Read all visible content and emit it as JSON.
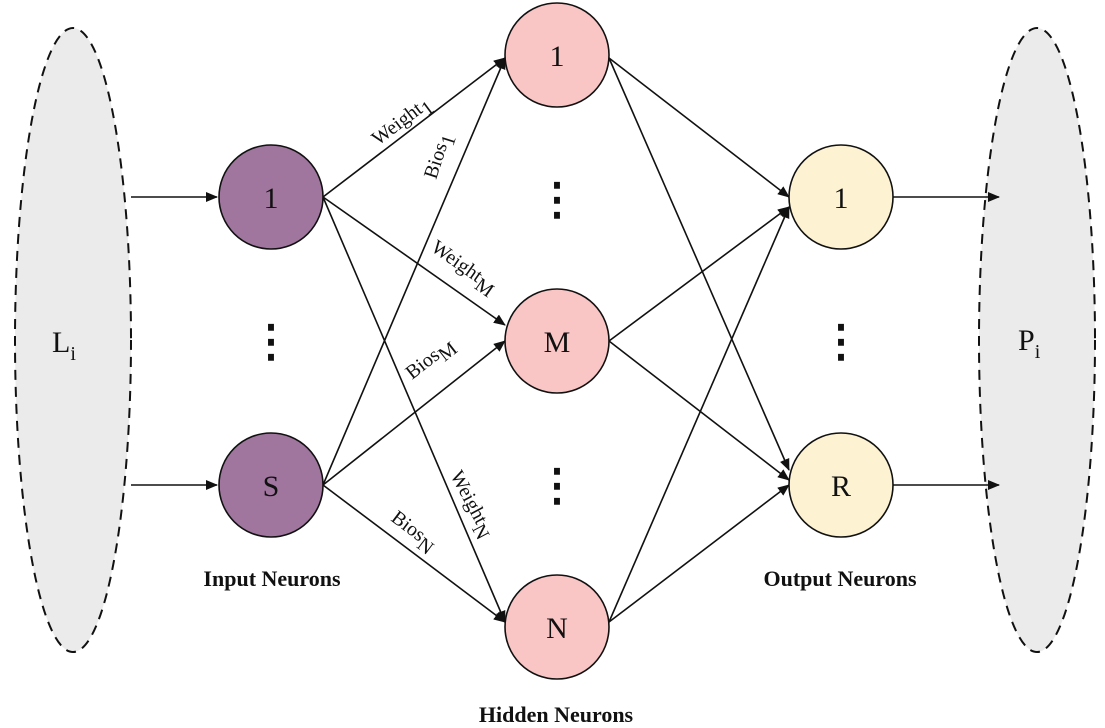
{
  "colors": {
    "input_node": "#a0769f",
    "hidden_node": "#f9c5c5",
    "output_node": "#fdf3d3",
    "ellipse_fill": "#ebebeb",
    "stroke": "#111111"
  },
  "input_set": {
    "base": "L",
    "sub": "i"
  },
  "output_set": {
    "base": "P",
    "sub": "i"
  },
  "input_neurons": {
    "first": "1",
    "last": "S",
    "ellipsis": "⋮"
  },
  "hidden_neurons": {
    "first": "1",
    "middle": "M",
    "last": "N",
    "ellipsis": "⋮"
  },
  "output_neurons": {
    "first": "1",
    "last": "R",
    "ellipsis": "⋮"
  },
  "edge_labels": {
    "weight_1": {
      "base": "Weight",
      "sub": "1"
    },
    "bios_1": {
      "base": "Bios",
      "sub": "1"
    },
    "weight_m": {
      "base": "Weight",
      "sub": "M"
    },
    "bios_m": {
      "base": "Bios",
      "sub": "M"
    },
    "weight_n": {
      "base": "Weight",
      "sub": "N"
    },
    "bios_n": {
      "base": "Bios",
      "sub": "N"
    }
  },
  "group_labels": {
    "input": "Input Neurons",
    "hidden": "Hidden Neurons",
    "output": "Output Neurons"
  }
}
